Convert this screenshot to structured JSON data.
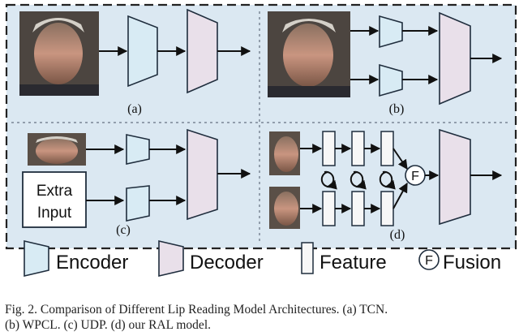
{
  "panels": {
    "a": {
      "label": "(a)"
    },
    "b": {
      "label": "(b)"
    },
    "c": {
      "label": "(c)",
      "extra_input": [
        "Extra",
        "Input"
      ]
    },
    "d": {
      "label": "(d)",
      "fusion_symbol": "F"
    }
  },
  "legend": {
    "encoder": "Encoder",
    "decoder": "Decoder",
    "feature": "Feature",
    "fusion": "Fusion",
    "fusion_symbol": "F"
  },
  "caption": {
    "line1": "Fig. 2.  Comparison of Different Lip Reading Model Architectures. (a) TCN.",
    "line2": "(b) WPCL. (c) UDP. (d) our RAL model."
  },
  "colors": {
    "panel_bg": "#dbe8f2",
    "encoder_fill": "#d8ebf4",
    "decoder_fill": "#e9e0ea",
    "feature_fill": "#f7f7f7",
    "stroke": "#1f2d3d",
    "frame": "#222222",
    "divider": "#7a8694"
  }
}
